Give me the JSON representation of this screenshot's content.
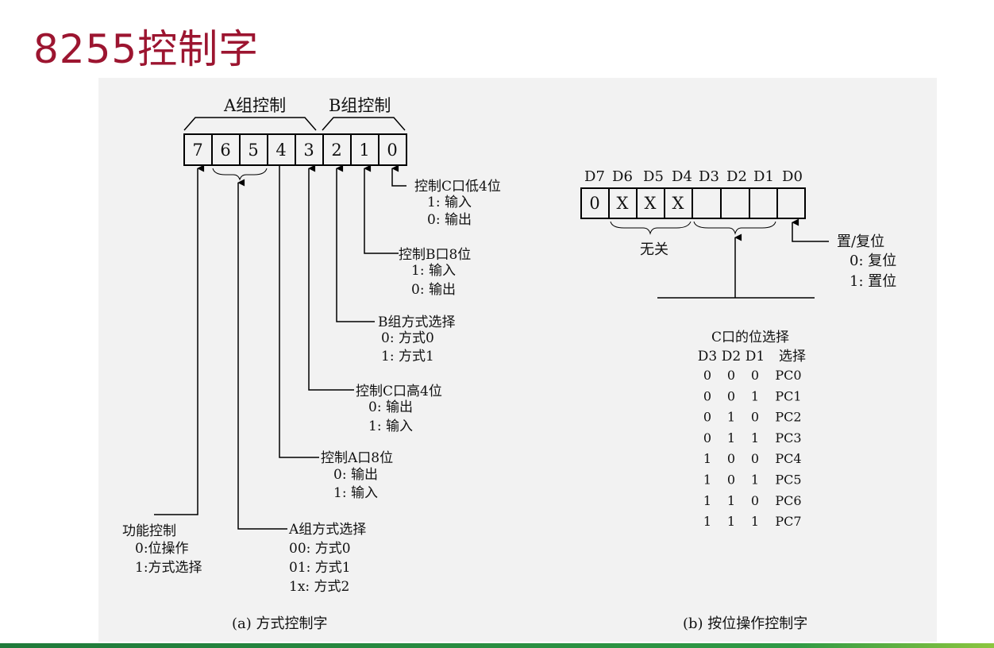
{
  "title": "8255控制字",
  "mode": {
    "group_a": "A组控制",
    "group_b": "B组控制",
    "bits": [
      "7",
      "6",
      "5",
      "4",
      "3",
      "2",
      "1",
      "0"
    ],
    "fields": [
      {
        "name": "控制C口低4位",
        "opts": [
          "1: 输入",
          "0: 输出"
        ]
      },
      {
        "name": "控制B口8位",
        "opts": [
          "1: 输入",
          "0: 输出"
        ]
      },
      {
        "name": "B组方式选择",
        "opts": [
          "0: 方式0",
          "1: 方式1"
        ]
      },
      {
        "name": "控制C口高4位",
        "opts": [
          "0: 输出",
          "1: 输入"
        ]
      },
      {
        "name": "控制A口8位",
        "opts": [
          "0: 输出",
          "1: 输入"
        ]
      },
      {
        "name": "A组方式选择",
        "opts": [
          "00: 方式0",
          "01: 方式1",
          "1x: 方式2"
        ]
      },
      {
        "name": "功能控制",
        "opts": [
          "0:位操作",
          "1:方式选择"
        ]
      }
    ],
    "caption": "(a) 方式控制字"
  },
  "bitset": {
    "headers": [
      "D7",
      "D6",
      "D5",
      "D4",
      "D3",
      "D2",
      "D1",
      "D0"
    ],
    "cells": [
      "0",
      "X",
      "X",
      "X",
      "",
      "",
      "",
      ""
    ],
    "dontcare": "无关",
    "setreset": {
      "name": "置/复位",
      "opts": [
        "0: 复位",
        "1: 置位"
      ]
    },
    "table_title": "C口的位选择",
    "table_headers": [
      "D3",
      "D2",
      "D1",
      "选择"
    ],
    "table_rows": [
      [
        "0",
        "0",
        "0",
        "PC0"
      ],
      [
        "0",
        "0",
        "1",
        "PC1"
      ],
      [
        "0",
        "1",
        "0",
        "PC2"
      ],
      [
        "0",
        "1",
        "1",
        "PC3"
      ],
      [
        "1",
        "0",
        "0",
        "PC4"
      ],
      [
        "1",
        "0",
        "1",
        "PC5"
      ],
      [
        "1",
        "1",
        "0",
        "PC6"
      ],
      [
        "1",
        "1",
        "1",
        "PC7"
      ]
    ],
    "caption": "(b) 按位操作控制字"
  }
}
